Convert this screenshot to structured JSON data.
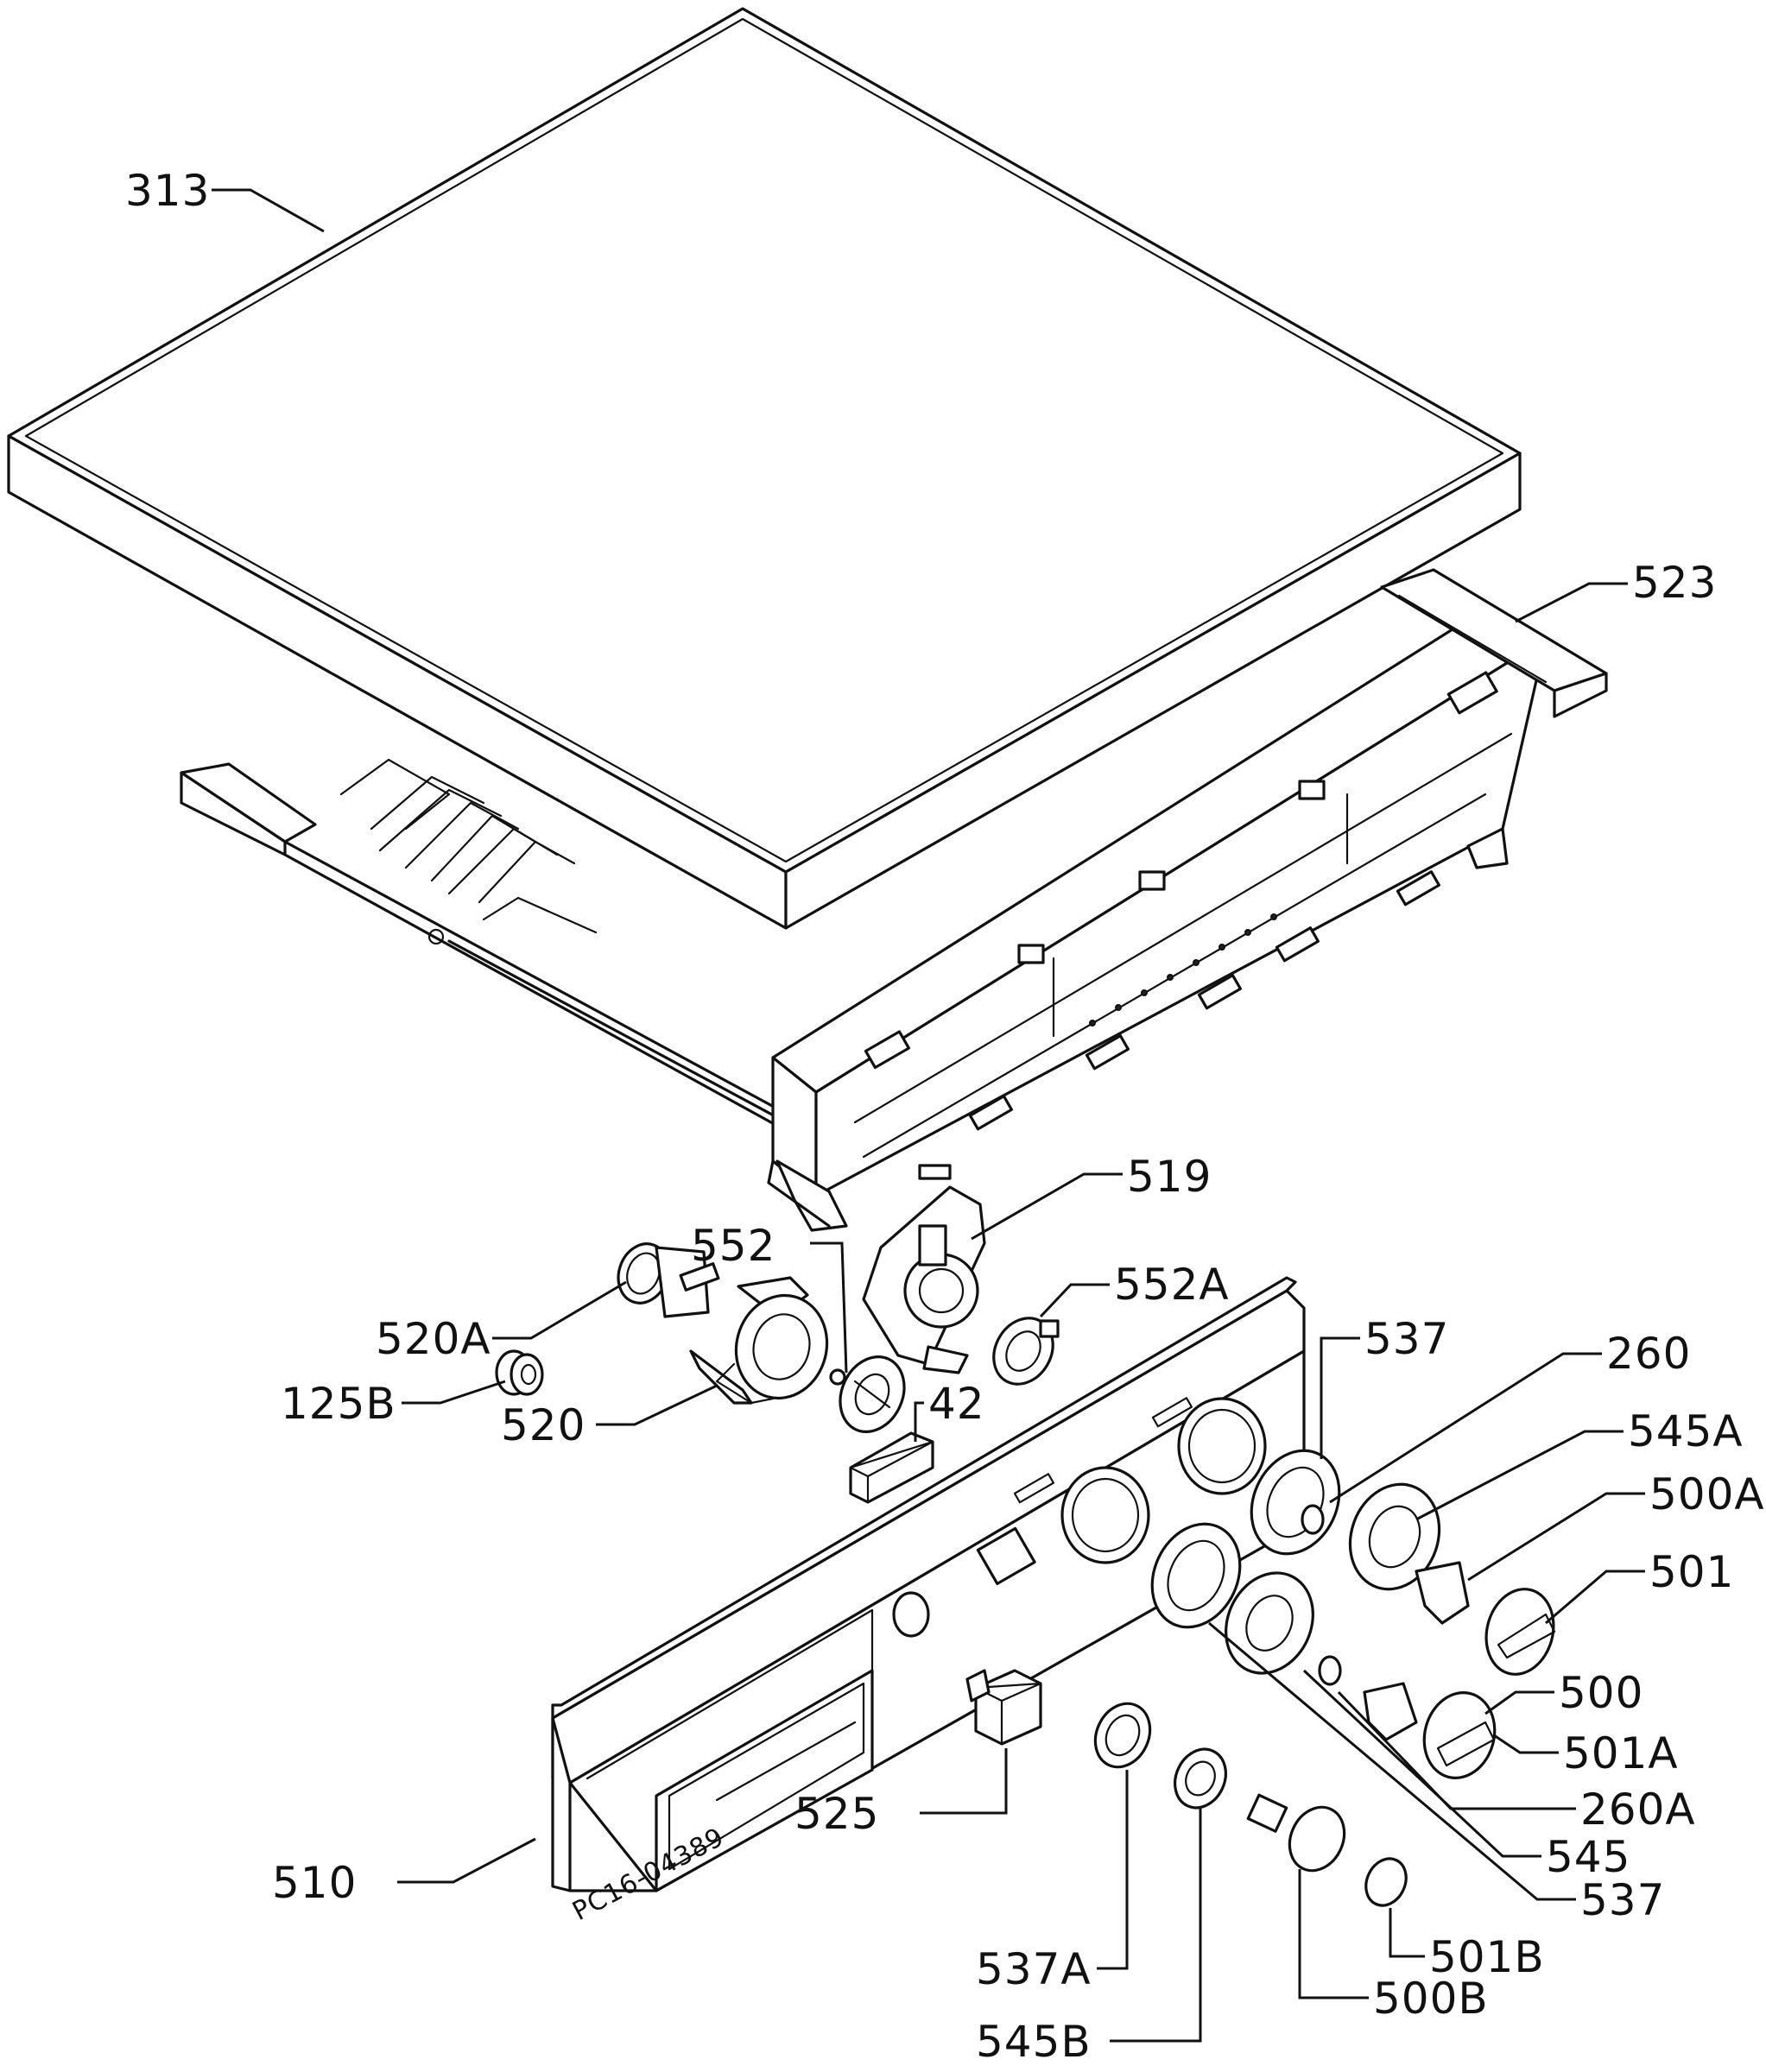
{
  "labels": {
    "p313": "313",
    "p523": "523",
    "p519": "519",
    "p552": "552",
    "p552A": "552A",
    "p520A": "520A",
    "p125B": "125B",
    "p520": "520",
    "p42": "42",
    "p537_top": "537",
    "p260": "260",
    "p545A": "545A",
    "p500A": "500A",
    "p501": "501",
    "p500": "500",
    "p501A": "501A",
    "p260A": "260A",
    "p545": "545",
    "p537_bottom": "537",
    "p525": "525",
    "p510": "510",
    "p537A": "537A",
    "p545B": "545B",
    "p500B": "500B",
    "p501B": "501B"
  },
  "drawing_number": "PC16-04389"
}
